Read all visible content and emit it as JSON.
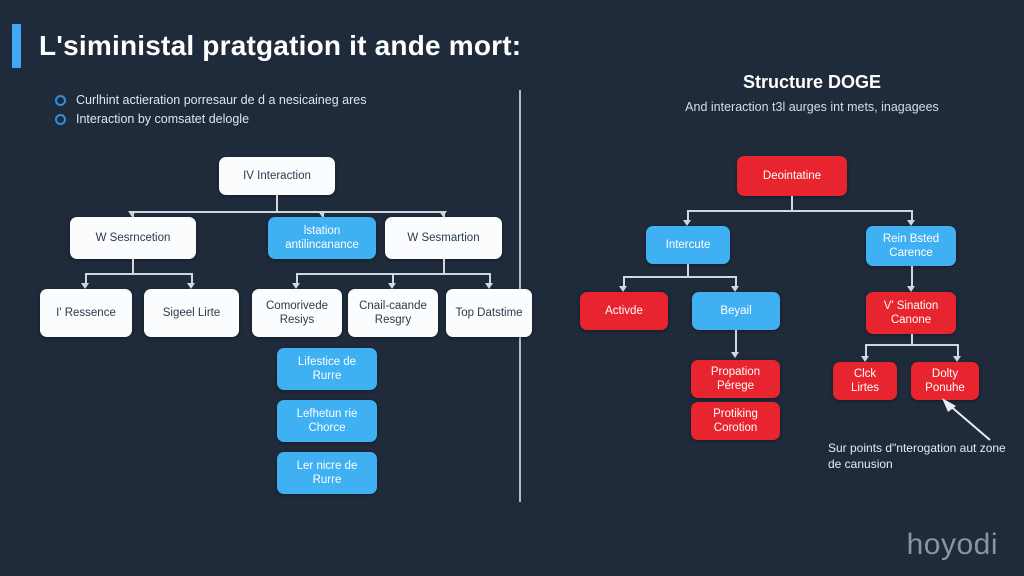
{
  "slide": {
    "background_color": "#1f2a3a",
    "accent_blue": "#3fa9f5",
    "node_blue": "#3fb0f2",
    "node_red": "#e8242e",
    "node_white": "#fbfcfd",
    "connector_color": "#cfd8e2"
  },
  "title": "L'siministal pratgation it ande mort:",
  "bullets": [
    {
      "text": "Curlhint actieration porresaur de d a nesicaineg ares"
    },
    {
      "text": "Interaction by comsatet delogle"
    }
  ],
  "left_diagram": {
    "root": {
      "label": "IV Interaction"
    },
    "level2": [
      {
        "label": "W Sesrncetion"
      },
      {
        "label": "lstation antilincanance"
      },
      {
        "label": "W Sesmartion"
      }
    ],
    "level3": [
      {
        "label": "I' Ressence"
      },
      {
        "label": "Sigeel Lirte"
      },
      {
        "label": "Comorivede Resiys"
      },
      {
        "label": "Cnail-caande Resgry"
      },
      {
        "label": "Top Datstime"
      }
    ],
    "blue_stack": [
      {
        "label": "Lifestice de Rurre"
      },
      {
        "label": "Lefhetun rie Chorce"
      },
      {
        "label": "Ler nicre de Rurre"
      }
    ]
  },
  "right_diagram": {
    "heading": "Structure DOGE",
    "subheading": "And interaction t3l aurges int mets, inagagees",
    "root": {
      "label": "Deointatine"
    },
    "branch_left": {
      "parent": {
        "label": "Intercute"
      },
      "children": [
        {
          "label": "Activde"
        },
        {
          "label": "Beyail"
        }
      ],
      "tail": [
        {
          "label": "Propation Pérege"
        },
        {
          "label": "Protiking Corotion"
        }
      ]
    },
    "branch_right": {
      "parent": {
        "label": "Rein Bsted Carence"
      },
      "child": {
        "label": "V' Sination Canone"
      },
      "leaves": [
        {
          "label": "Clck Lirtes"
        },
        {
          "label": "Dolty Ponuhe"
        }
      ]
    },
    "annotation": "Sur points d\"nterogation aut zone de canusion"
  },
  "watermark": "hoyodi"
}
